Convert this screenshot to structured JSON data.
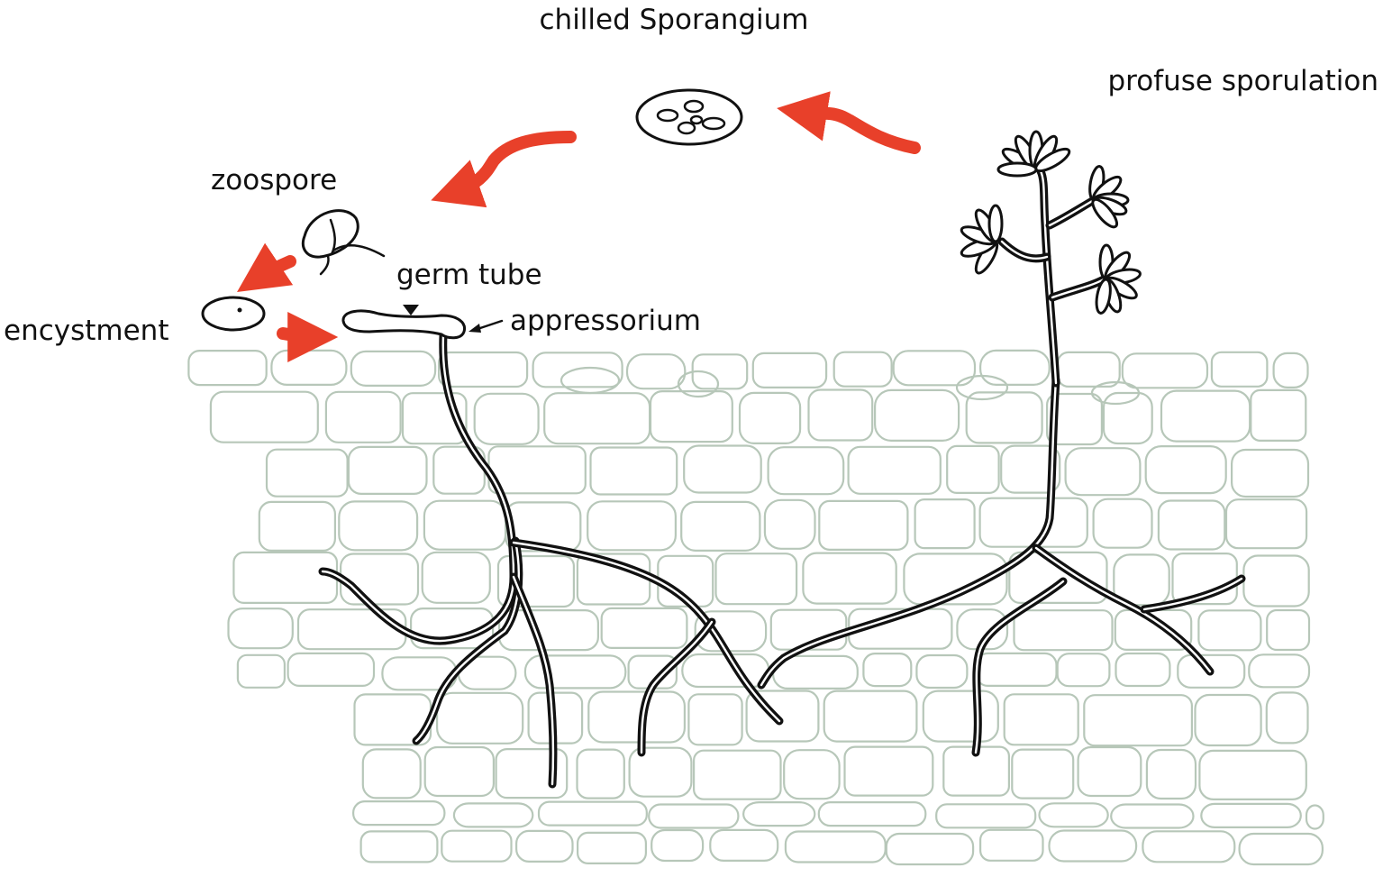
{
  "labels": {
    "chilled_sporangium": "chilled Sporangium",
    "profuse_sporulation": "profuse sporulation",
    "zoospore": "zoospore",
    "germ_tube": "germ tube",
    "encystment": "encystment",
    "appressorium": "appressorium"
  },
  "colors": {
    "arrow": "#e8402a",
    "cell_outline": "#b7c7b9",
    "hypha": "#111111",
    "background": "#ffffff"
  }
}
